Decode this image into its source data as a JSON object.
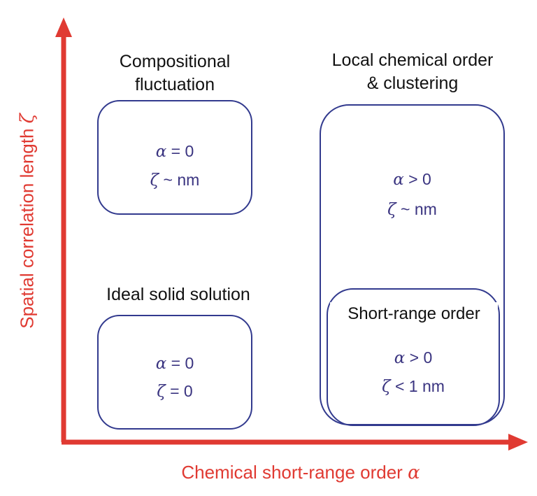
{
  "axes": {
    "x_label": "Chemical short-range order",
    "x_symbol": "α",
    "y_label": "Spatial correlation length",
    "y_symbol": "ζ",
    "color": "#e03a32"
  },
  "regions": {
    "compositional": {
      "title_line1": "Compositional",
      "title_line2": "fluctuation",
      "alpha_sym": "α",
      "alpha_rel": "= 0",
      "zeta_sym": "ζ",
      "zeta_rel": "~ nm"
    },
    "ideal": {
      "title": "Ideal solid solution",
      "alpha_sym": "α",
      "alpha_rel": "= 0",
      "zeta_sym": "ζ",
      "zeta_rel": "= 0"
    },
    "local_order": {
      "title_line1": "Local chemical order",
      "title_line2": "& clustering",
      "alpha_sym": "α",
      "alpha_rel": "> 0",
      "zeta_sym": "ζ",
      "zeta_rel": "~ nm"
    },
    "short_range": {
      "title": "Short-range order",
      "alpha_sym": "α",
      "alpha_rel": "> 0",
      "zeta_sym": "ζ",
      "zeta_rel": "< 1 nm"
    }
  },
  "colors": {
    "box_border": "#323a8e",
    "box_text": "#3a3480",
    "heading_text": "#111111"
  }
}
